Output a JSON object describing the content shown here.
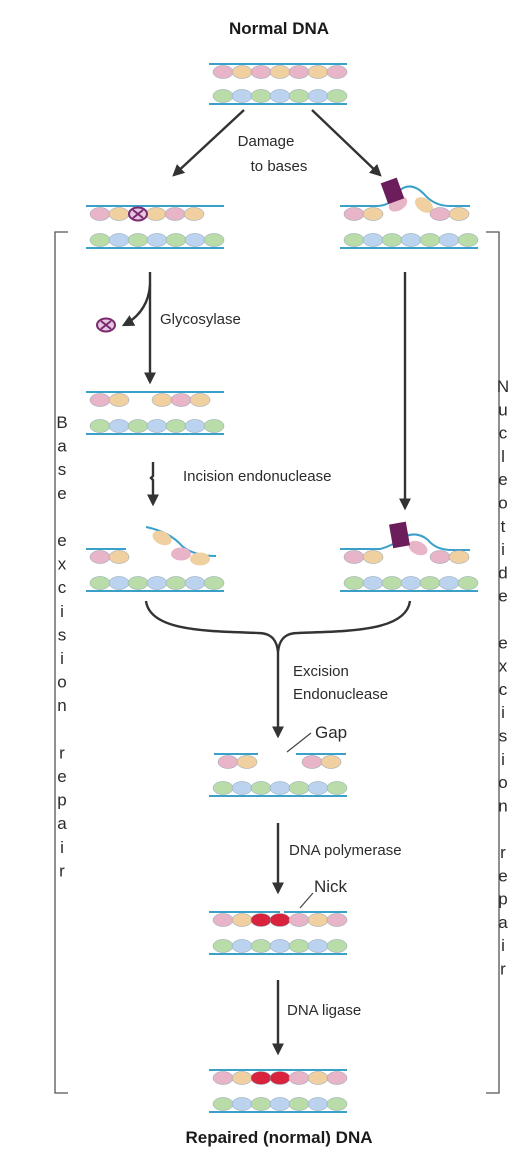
{
  "labels": {
    "top_title": "Normal DNA",
    "damage_line1": "Damage",
    "damage_line2": "to bases",
    "glycosylase": "Glycosylase",
    "incision": "Incision endonuclease",
    "excision_line1": "Excision",
    "excision_line2": "Endonuclease",
    "gap": "Gap",
    "polymerase": "DNA polymerase",
    "nick": "Nick",
    "ligase": "DNA ligase",
    "bottom_title": "Repaired (normal) DNA"
  },
  "side_labels": {
    "left": "Base excision repair",
    "right": "Nucleotide excision repair"
  },
  "colors": {
    "pink": "#e8b4c8",
    "orange": "#f0cfa0",
    "green": "#b9dca9",
    "blue": "#bcd3ef",
    "strand": "#3aa0c8",
    "damaged_base": "#7a2a6e",
    "bulky_adduct": "#6b1d5c",
    "new_bases": "#d9233c"
  }
}
